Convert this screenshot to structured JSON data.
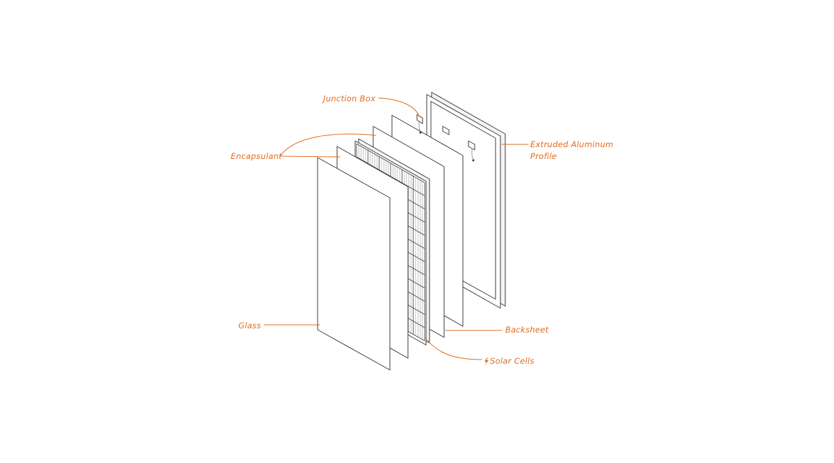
{
  "accent_color": "#e06a1b",
  "labels": {
    "junction_box": "Junction Box",
    "encapsulant": "Encapsulant",
    "extruded_aluminum_line1": "Extruded Aluminum",
    "extruded_aluminum_line2": "Profile",
    "glass": "Glass",
    "backsheet": "Backsheet",
    "solar_cells": "Solar Cells"
  },
  "solar_cells": {
    "columns": 6,
    "rows": 12
  }
}
